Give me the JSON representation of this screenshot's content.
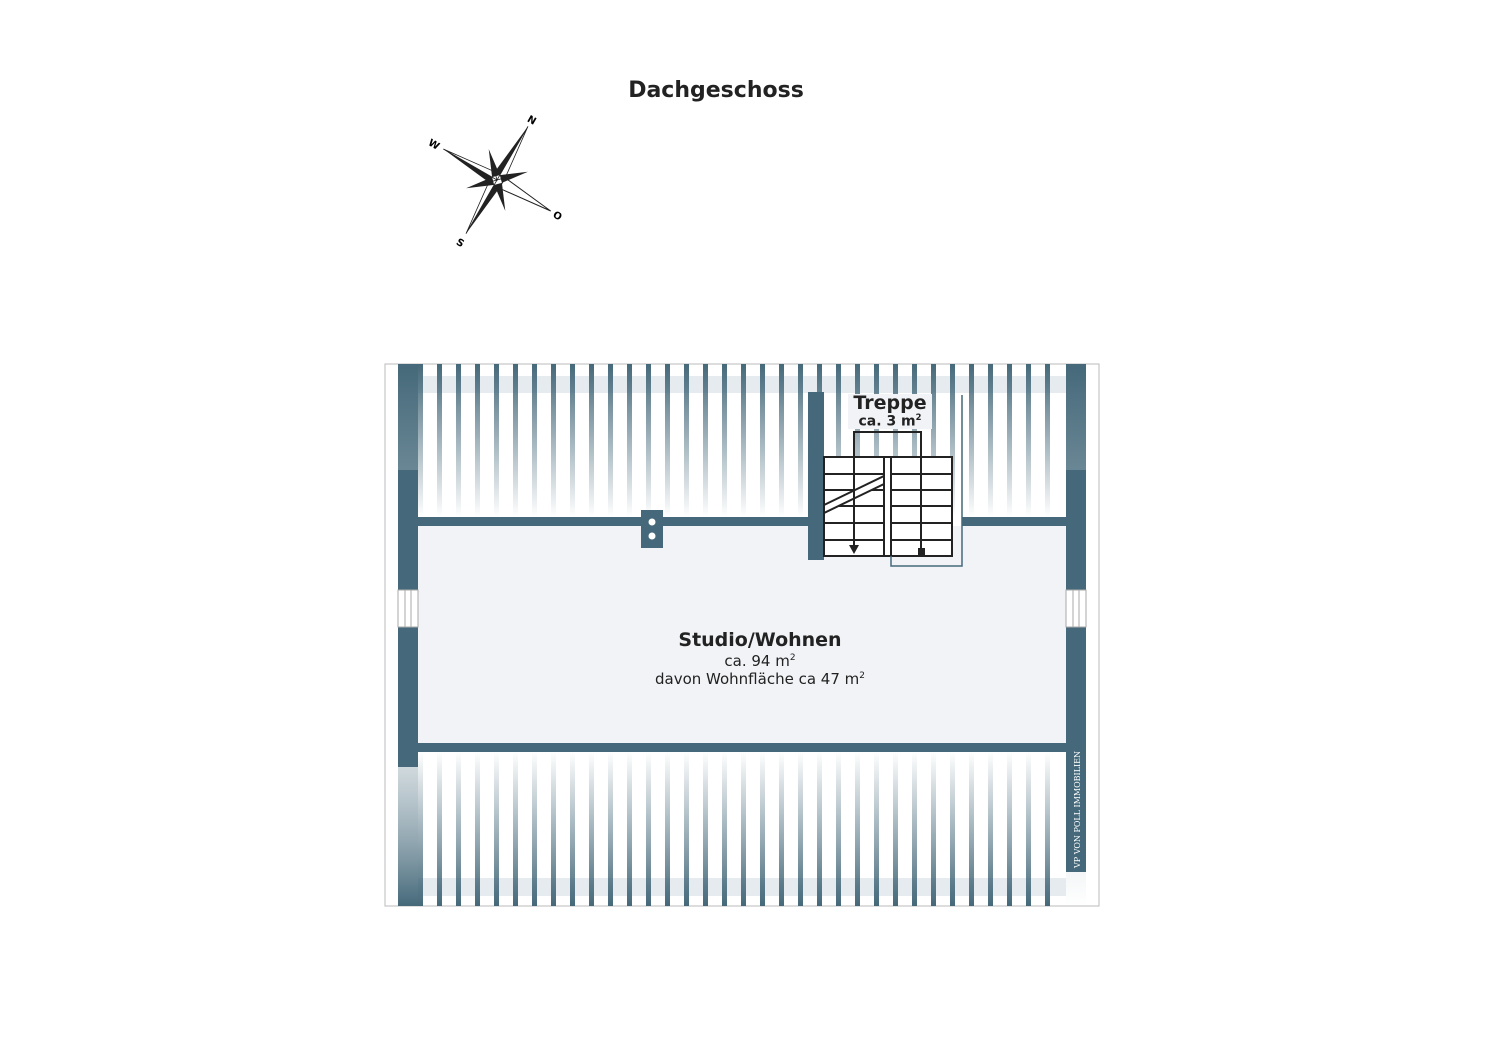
{
  "title": "Dachgeschoss",
  "compass": {
    "n": "N",
    "o": "O",
    "s": "S",
    "w": "W"
  },
  "rooms": [
    {
      "name": "Studio/Wohnen",
      "area": "ca. 94 m",
      "area_sup": "2",
      "note": "davon Wohnfläche ca 47 m",
      "note_sup": "2"
    },
    {
      "name": "Treppe",
      "area": "ca. 3 m",
      "area_sup": "2"
    }
  ],
  "logo": "VP VON POLL IMMOBILIEN",
  "colors": {
    "wall": "#45697a",
    "floor": "#f2f3f7"
  }
}
